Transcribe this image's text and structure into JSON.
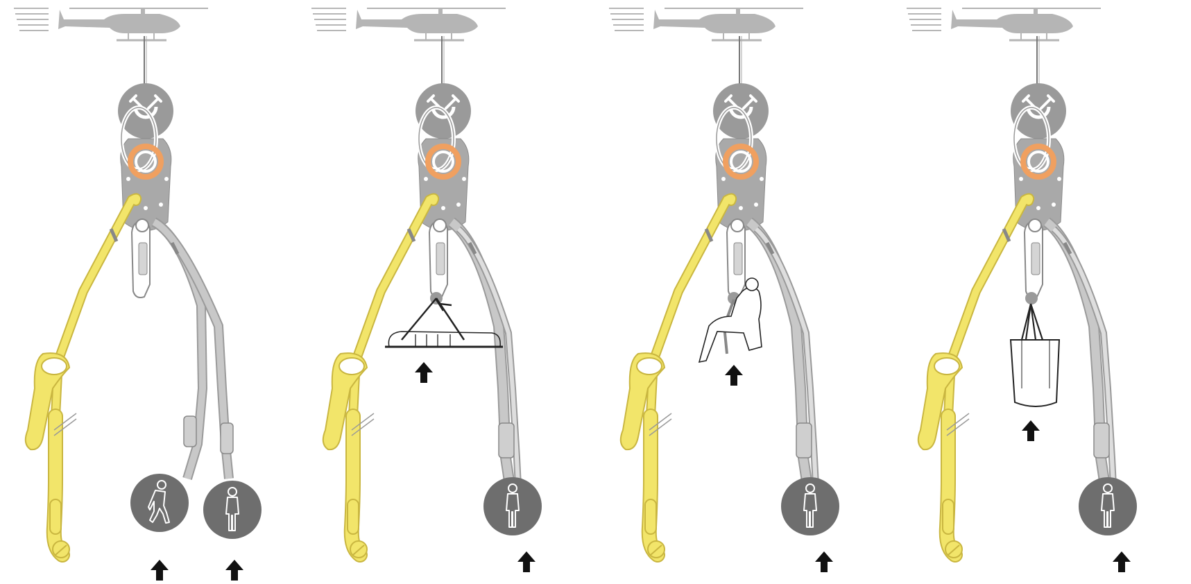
{
  "diagram": {
    "panels": [
      {
        "id": "dual-fall-arrest",
        "load": "none",
        "persons": [
          "suspended-person-icon",
          "standing-person-icon"
        ],
        "lift_arrows": 2
      },
      {
        "id": "stretcher",
        "load": "stretcher",
        "persons": [
          "standing-person-icon"
        ],
        "lift_arrows": 2
      },
      {
        "id": "rescue-triangle",
        "load": "seated-person",
        "persons": [
          "standing-person-icon"
        ],
        "lift_arrows": 2
      },
      {
        "id": "equipment-bag",
        "load": "bag",
        "persons": [
          "standing-person-icon"
        ],
        "lift_arrows": 2
      }
    ]
  },
  "colors": {
    "helicopter": "#b5b5b5",
    "grey_device": "#a9a9a9",
    "swivel_disc": "#9a9a9a",
    "orange_ring": "#f0a060",
    "yellow_lanyard": "#f2e56a",
    "yellow_edge": "#c9b640",
    "grey_lanyard": "#c8c8c8",
    "dark_disc": "#6e6e6e",
    "arrow": "#111111",
    "outline": "#222222"
  }
}
